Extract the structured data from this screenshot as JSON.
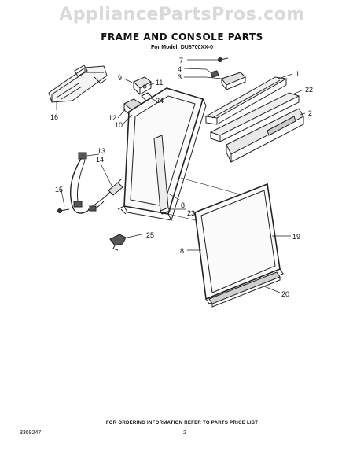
{
  "header": {
    "watermark": "AppliancePartsPros.com",
    "title": "FRAME AND CONSOLE PARTS",
    "subtitle": "For Model: DU8700XX-0"
  },
  "callouts": {
    "c1": "1",
    "c2": "2",
    "c3": "3",
    "c4": "4",
    "c7": "7",
    "c8": "8",
    "c9": "9",
    "c10": "10",
    "c11": "11",
    "c12": "12",
    "c13": "13",
    "c14": "14",
    "c15": "15",
    "c16": "16",
    "c18": "18",
    "c19": "19",
    "c20": "20",
    "c22": "22",
    "c23": "23",
    "c24": "24",
    "c25": "25"
  },
  "footer": {
    "ordering_note": "FOR ORDERING INFORMATION REFER TO PARTS PRICE LIST",
    "doc_number": "3369247",
    "page_number": "2"
  }
}
